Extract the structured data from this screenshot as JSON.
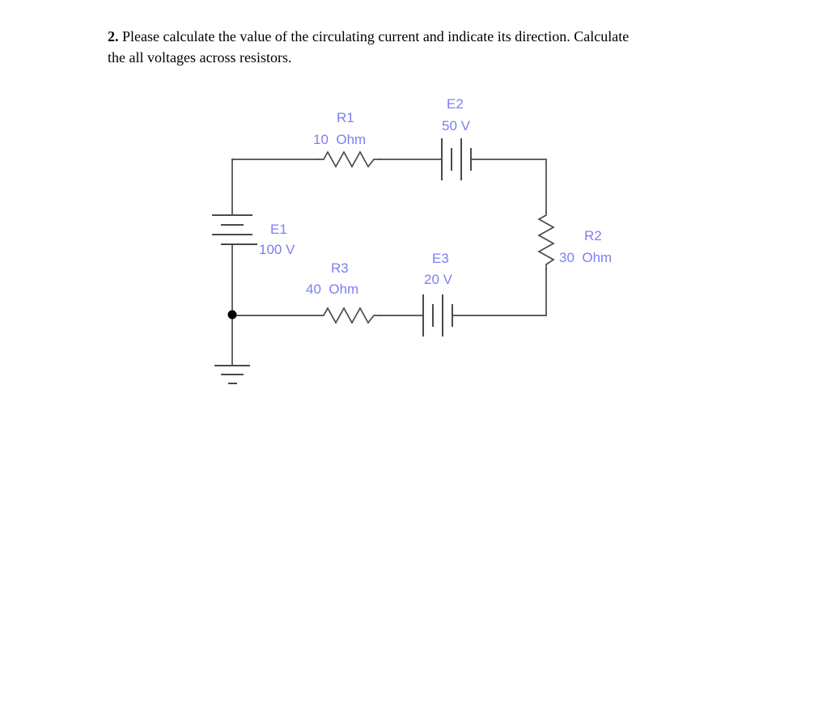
{
  "problem": {
    "number": "2.",
    "lines": [
      "Please calculate the value of the circulating current and indicate its direction. Calculate",
      "the all voltages across resistors."
    ]
  },
  "circuit": {
    "colors": {
      "label": "#7d7df5",
      "wire": "#4a4a4a",
      "junction": "#000000"
    },
    "components": {
      "r1": {
        "name": "R1",
        "value": "10  Ohm",
        "type": "resistor"
      },
      "r2": {
        "name": "R2",
        "value": "30  Ohm",
        "type": "resistor"
      },
      "r3": {
        "name": "R3",
        "value": "40  Ohm",
        "type": "resistor"
      },
      "e1": {
        "name": "E1",
        "value": "100 V",
        "type": "battery"
      },
      "e2": {
        "name": "E2",
        "value": "50 V",
        "type": "battery"
      },
      "e3": {
        "name": "E3",
        "value": "20 V",
        "type": "battery"
      }
    }
  }
}
